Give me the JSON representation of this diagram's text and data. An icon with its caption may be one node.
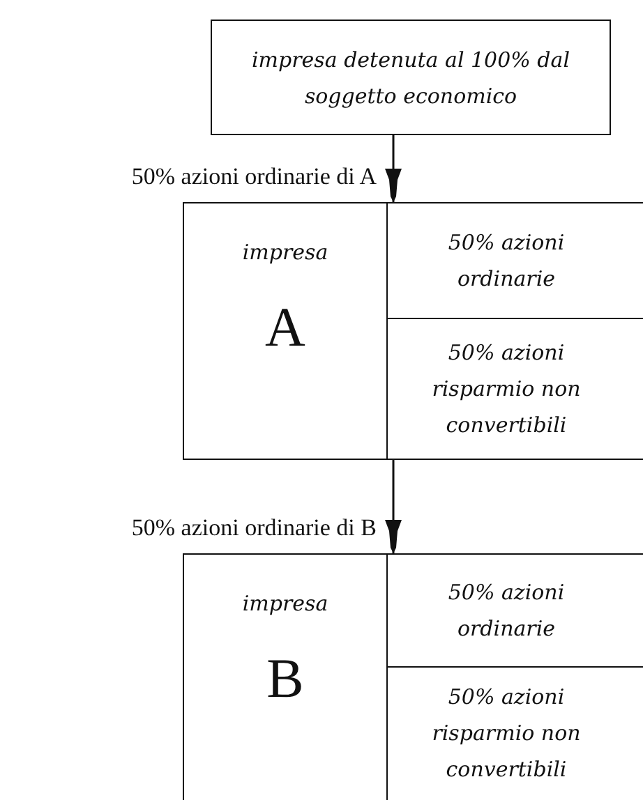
{
  "diagram": {
    "nodes": [
      {
        "text": [
          "impresa detenuta al 100% dal soggetto economico"
        ]
      },
      {
        "text": [
          "impresa",
          "A"
        ]
      },
      {
        "text": [
          "50% azioni ordinarie"
        ]
      },
      {
        "text": [
          "50% azioni risparmio non convertibili"
        ]
      },
      {
        "text": [
          "impresa",
          "B"
        ]
      },
      {
        "text": [
          "50% azioni ordinarie"
        ]
      },
      {
        "text": [
          "50% azioni risparmio non convertibili"
        ]
      }
    ],
    "edges": [
      {
        "from": 0,
        "to": 1,
        "arrow": "to",
        "label": "50% azioni ordinarie di A"
      },
      {
        "from": 1,
        "to": 4,
        "arrow": "to",
        "label": "50% azioni ordinarie di B"
      }
    ]
  }
}
